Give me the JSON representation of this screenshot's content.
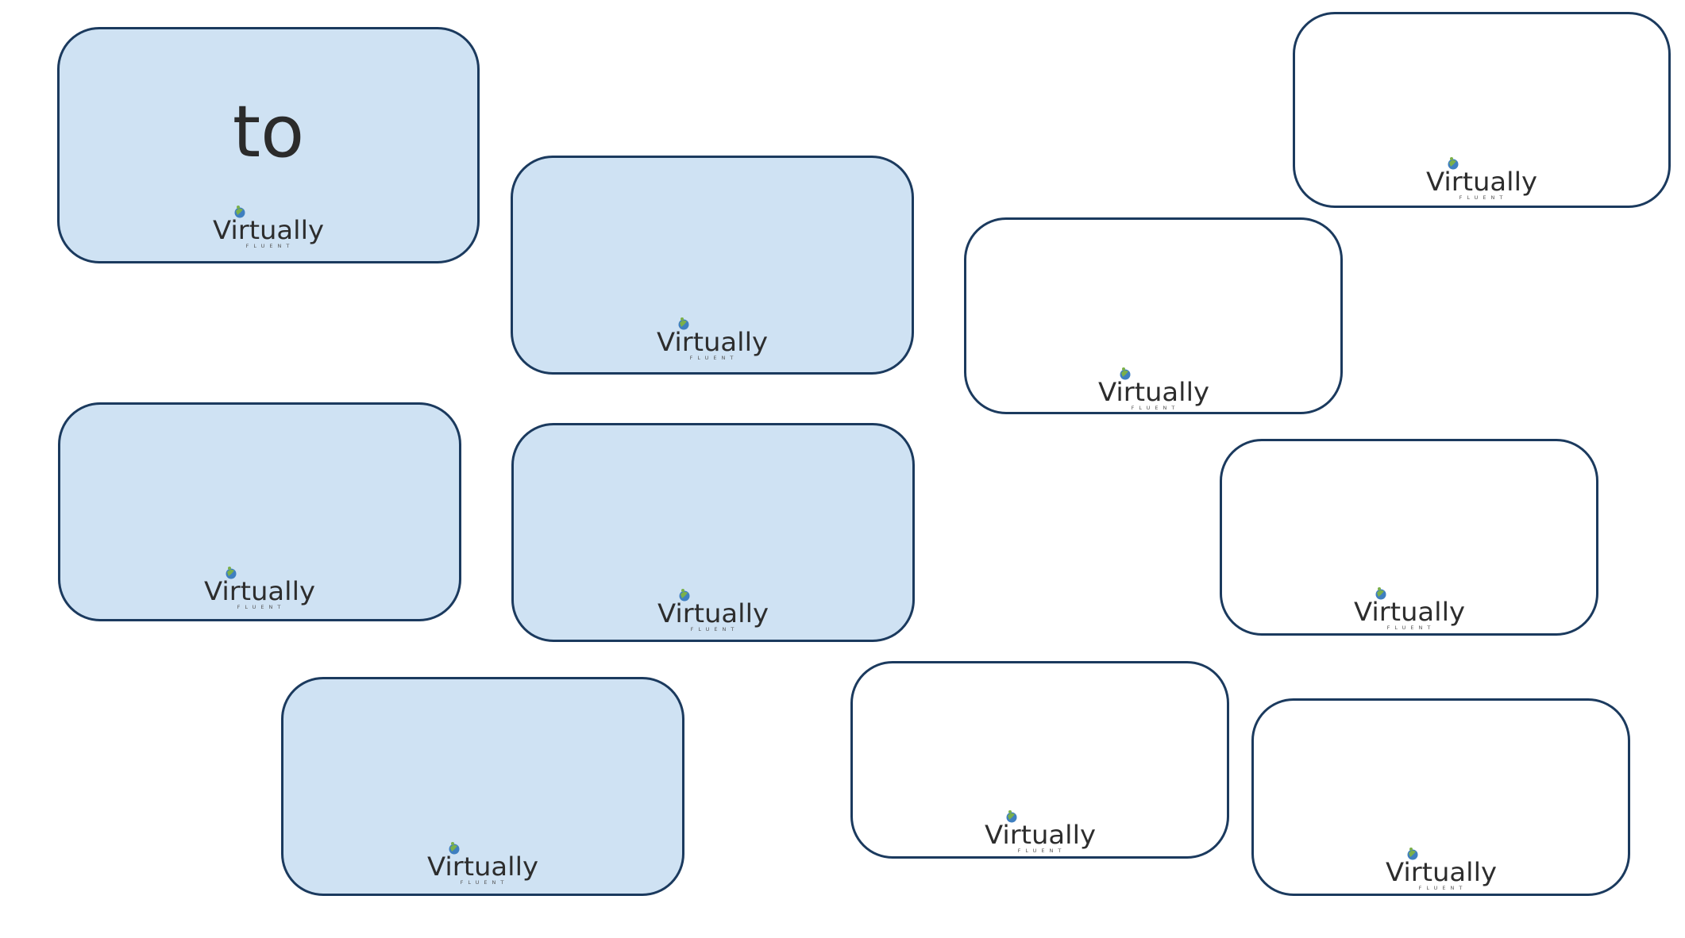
{
  "cards": [
    {
      "word": "to",
      "color": "#cfe2f3"
    },
    {
      "word": "",
      "color": "#cfe2f3"
    },
    {
      "word": "",
      "color": "#ffffff"
    },
    {
      "word": "",
      "color": "#ffffff"
    },
    {
      "word": "",
      "color": "#cfe2f3"
    },
    {
      "word": "",
      "color": "#cfe2f3"
    },
    {
      "word": "",
      "color": "#ffffff"
    },
    {
      "word": "",
      "color": "#cfe2f3"
    },
    {
      "word": "",
      "color": "#ffffff"
    },
    {
      "word": "",
      "color": "#ffffff"
    }
  ],
  "logo": {
    "brand": "Virtually",
    "tagline": "FLUENT",
    "icon": "globe-icon"
  },
  "colors": {
    "card_blue": "#cfe2f3",
    "card_white": "#ffffff",
    "card_border": "#1b3a5e",
    "globe_green": "#7bb04a",
    "globe_blue": "#3f7fc0"
  }
}
